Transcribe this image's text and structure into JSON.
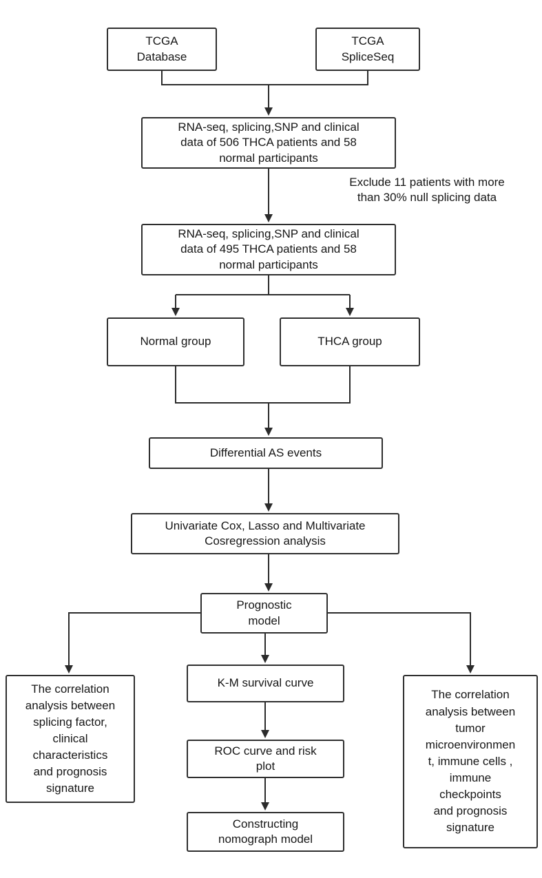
{
  "diagram": {
    "title": "THCA alternative splicing prognostic model workflow",
    "colors": {
      "line": "#2b2b2b",
      "box_border": "#2e2e2e",
      "background": "#ffffff",
      "text": "#161616"
    },
    "nodes": {
      "tcga_database": {
        "text": "TCGA\nDatabase"
      },
      "tcga_spliceseq": {
        "text": "TCGA\nSpliceSeq"
      },
      "data_506": {
        "text": "RNA-seq, splicing,SNP and clinical\ndata of 506 THCA patients and 58\nnormal participants"
      },
      "data_495": {
        "text": "RNA-seq, splicing,SNP and clinical\ndata of 495 THCA patients and 58\nnormal participants"
      },
      "normal_group": {
        "text": "Normal group"
      },
      "thca_group": {
        "text": "THCA group"
      },
      "differential_as": {
        "text": "Differential AS events"
      },
      "cox_lasso": {
        "text": "Univariate Cox, Lasso and Multivariate\nCosregression analysis"
      },
      "prognostic_model": {
        "text": "Prognostic\nmodel"
      },
      "km_curve": {
        "text": "K-M survival curve"
      },
      "roc_curve": {
        "text": "ROC curve and risk\nplot"
      },
      "nomograph": {
        "text": "Constructing\nnomograph model"
      },
      "left_correlation": {
        "text": "The correlation\nanalysis between\nsplicing factor,\nclinical\ncharacteristics\nand prognosis\nsignature"
      },
      "right_correlation": {
        "text": "The correlation\nanalysis between\ntumor\nmicroenvironmen\nt, immune cells ,\nimmune\ncheckpoints\nand prognosis\nsignature"
      }
    },
    "annotations": {
      "exclude_note": {
        "text": "Exclude 11 patients with more\nthan 30% null splicing data"
      }
    }
  }
}
